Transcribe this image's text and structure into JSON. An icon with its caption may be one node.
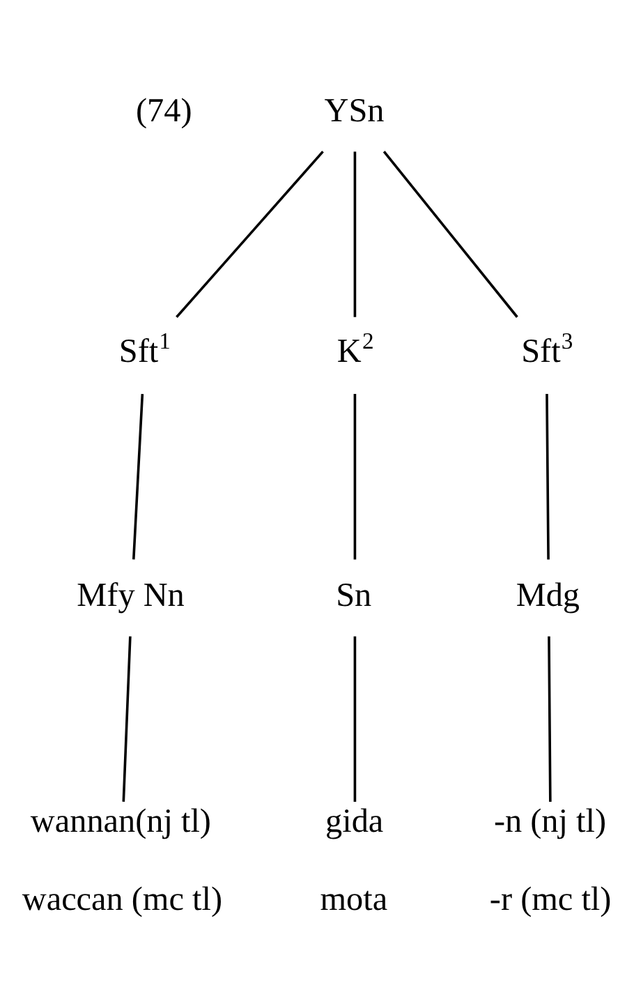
{
  "diagram": {
    "nodes": [
      {
        "text": [
          "YSn"
        ]
      },
      {
        "text": [
          "Sft$^{1}$"
        ]
      },
      {
        "text": [
          "K$^{2}$"
        ]
      },
      {
        "text": [
          "Sft$^{3}$"
        ]
      },
      {
        "text": [
          "Mfy Nn"
        ]
      },
      {
        "text": [
          "Sn"
        ]
      },
      {
        "text": [
          "Mdg"
        ]
      },
      {
        "text": [
          "wannan(nj tl)",
          "waccan (mc tl)"
        ]
      },
      {
        "text": [
          "gida",
          "mota"
        ]
      },
      {
        "text": [
          "-n (nj tl)",
          "-r (mc tl)"
        ]
      }
    ],
    "edges": [
      {
        "from": 0,
        "to": 1,
        "arrow": "none"
      },
      {
        "from": 0,
        "to": 2,
        "arrow": "none"
      },
      {
        "from": 0,
        "to": 3,
        "arrow": "none"
      },
      {
        "from": 1,
        "to": 4,
        "arrow": "none"
      },
      {
        "from": 2,
        "to": 5,
        "arrow": "none"
      },
      {
        "from": 3,
        "to": 6,
        "arrow": "none"
      },
      {
        "from": 4,
        "to": 7,
        "arrow": "none"
      },
      {
        "from": 5,
        "to": 8,
        "arrow": "none"
      },
      {
        "from": 6,
        "to": 9,
        "arrow": "none"
      }
    ],
    "labels": [
      "(74)"
    ]
  }
}
